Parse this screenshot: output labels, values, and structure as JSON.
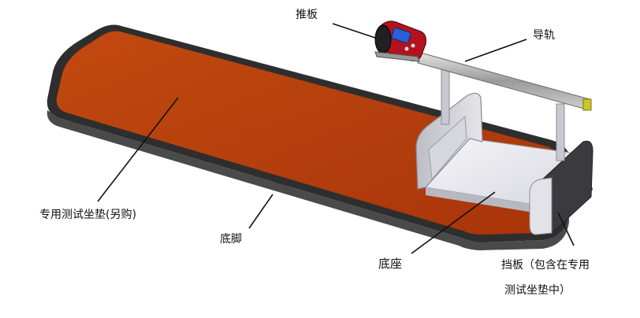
{
  "labels": {
    "push_plate": "推板",
    "guide_rail": "导轨",
    "test_mat": "专用测试坐垫(另购)",
    "foot": "底脚",
    "base": "底座",
    "baffle_line1": "挡板（包含在专用",
    "baffle_line2": "测试坐垫中）"
  },
  "colors": {
    "mat": "#b33a07",
    "frame": "#3a3a3a",
    "base_floor": "#e8e8ee",
    "rail": "#c8c8c8",
    "device": "#b3131d",
    "rail_end": "#c8c81e"
  },
  "icons": [
    "digital-display-icon"
  ]
}
